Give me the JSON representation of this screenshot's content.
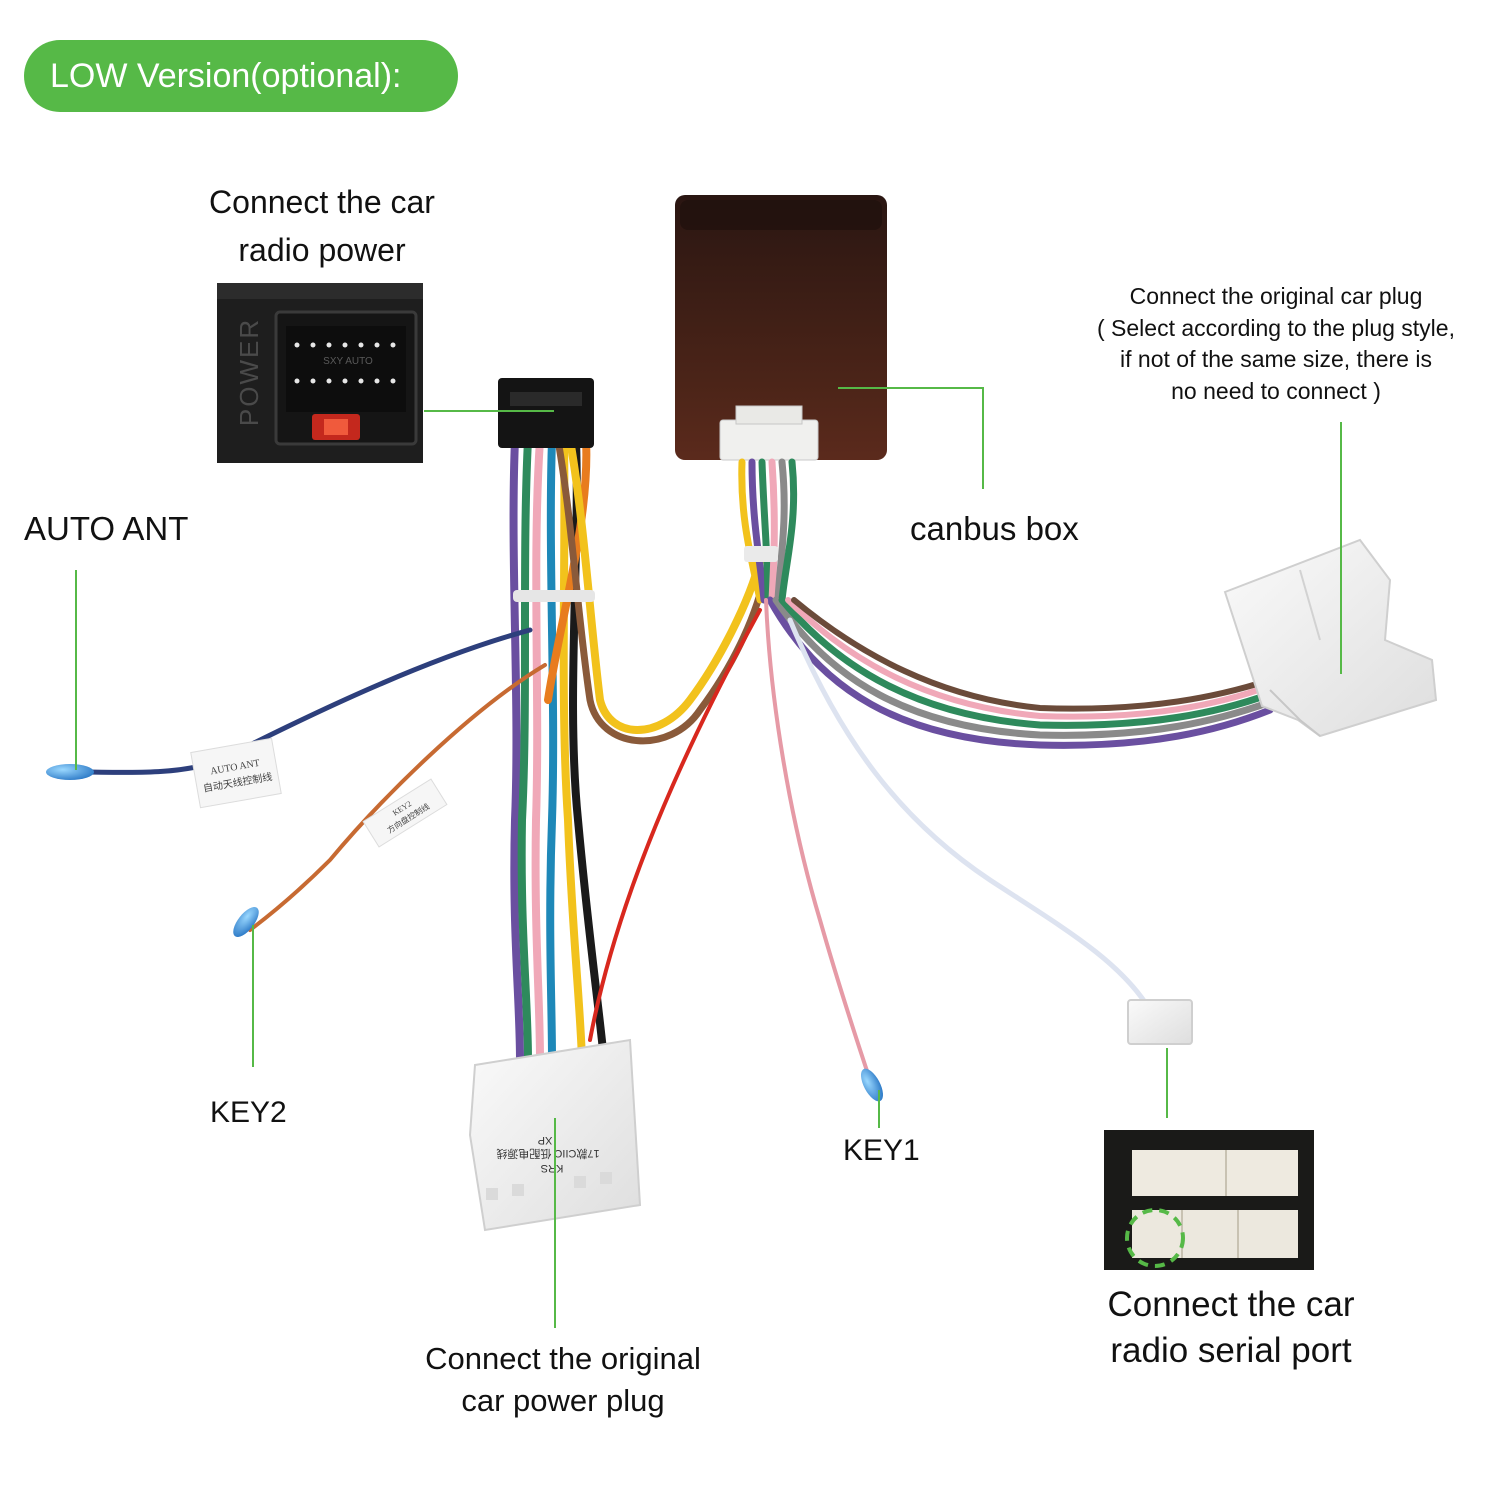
{
  "version_badge": "LOW Version(optional):",
  "labels": {
    "radio_power": [
      "Connect the car",
      "radio power"
    ],
    "auto_ant": "AUTO ANT",
    "canbus_box": "canbus box",
    "original_plug": [
      "Connect the original car plug",
      "( Select according to the plug style,",
      "if not of the same size, there is",
      "no need to connect )"
    ],
    "key2": "KEY2",
    "key1": "KEY1",
    "power_plug": [
      "Connect the original",
      "car power plug"
    ],
    "serial_port": [
      "Connect the car",
      "radio serial port"
    ]
  },
  "component_text": {
    "power_inset": "POWER",
    "inset_sub": "SXY AUTO",
    "ant_tag": [
      "AUTO ANT",
      "自动天线控制线"
    ],
    "key2_tag": [
      "KEY2",
      "方向盘控制线"
    ],
    "plug_tag": [
      "KRS",
      "17款CIIC 低配电源线",
      "XP"
    ]
  },
  "colors": {
    "accent": "#56b947",
    "canbus_box": "#3a1c17",
    "plug": "#f3f3f1",
    "inset_bg": "#1e1e1e"
  }
}
